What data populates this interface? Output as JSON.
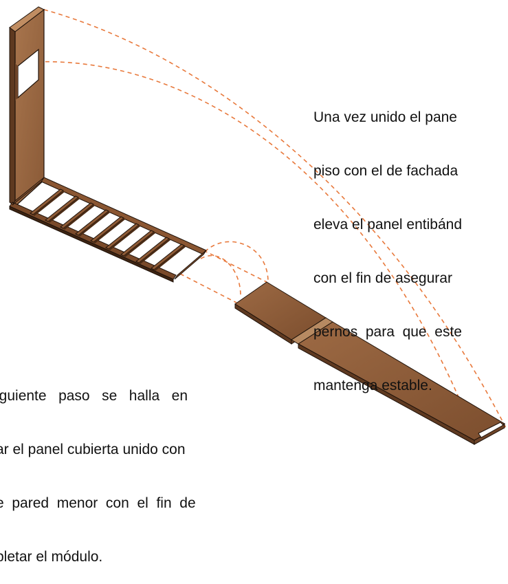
{
  "captions": {
    "right": [
      "Una vez unido el pane",
      "piso con el de fachada",
      "eleva el panel entibánd",
      "con el fin de asegurar",
      "pernos  para  que  este",
      "mantenga estable."
    ],
    "left": [
      "iguiente   paso   se   halla   en",
      "ar el panel cubierta unido con",
      "e  pared  menor  con  el  fin  de",
      "pletar el módulo."
    ]
  },
  "colors": {
    "wood_top": "#9c6a45",
    "wood_side": "#6e4428",
    "wood_dark": "#3e2412",
    "outline": "#1e120a",
    "dashed": "#e8793c"
  },
  "icons": [
    "wall-panel-with-window",
    "floor-joist-frame",
    "roof-panel"
  ]
}
